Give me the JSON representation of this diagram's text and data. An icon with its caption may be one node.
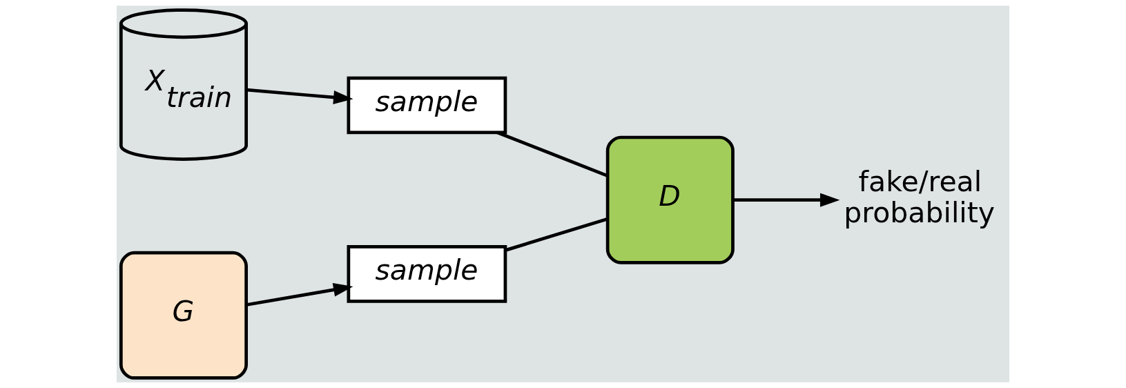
{
  "diagram": {
    "nodes": [
      {
        "text": [
          "X$_{train}$"
        ]
      },
      {
        "text": [
          "sample"
        ]
      },
      {
        "text": [
          "G"
        ]
      },
      {
        "text": [
          "sample"
        ]
      },
      {
        "text": [
          "D"
        ]
      },
      {
        "text": [
          "fake/real probability"
        ]
      }
    ],
    "edges": [
      {
        "from": 0,
        "to": 1,
        "arrow": "to"
      },
      {
        "from": 2,
        "to": 3,
        "arrow": "to"
      },
      {
        "from": 1,
        "to": 4,
        "arrow": "none"
      },
      {
        "from": 3,
        "to": 4,
        "arrow": "none"
      },
      {
        "from": 4,
        "to": 5,
        "arrow": "to"
      }
    ]
  }
}
